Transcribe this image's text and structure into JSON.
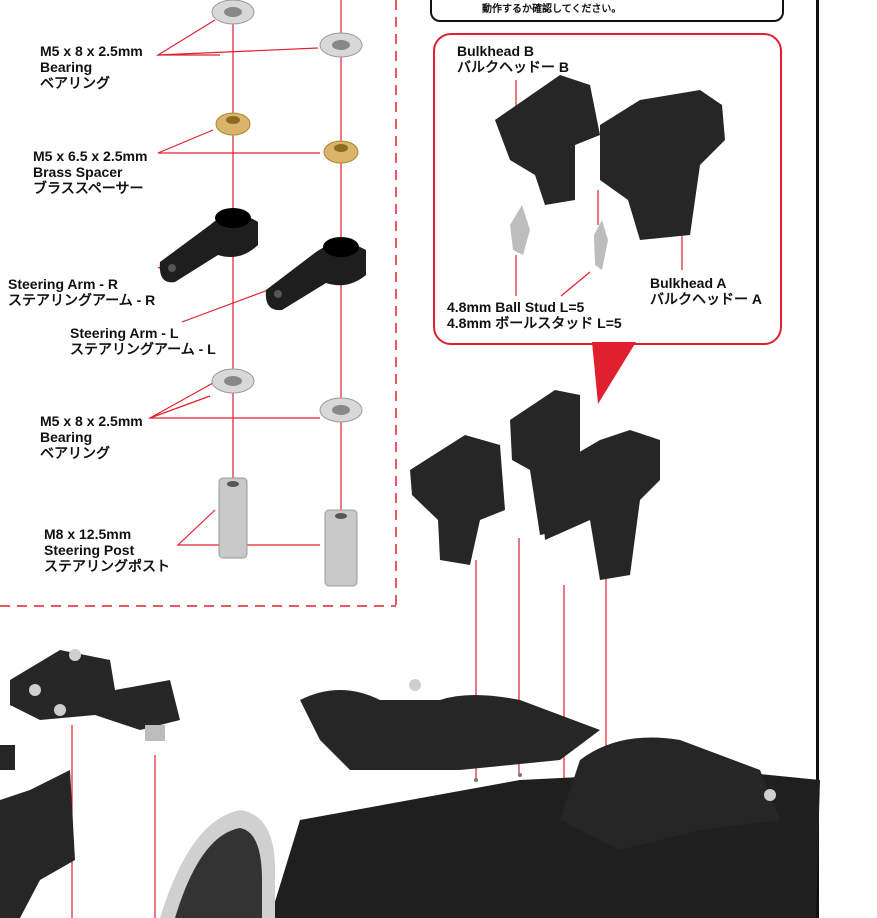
{
  "top_note": "動作するか確認してください。",
  "parts": {
    "bearing_top": {
      "line1": "M5 x 8 x 2.5mm",
      "line2": "Bearing",
      "line3": "ベアリング"
    },
    "brass_spacer": {
      "line1": "M5 x 6.5 x 2.5mm",
      "line2": "Brass Spacer",
      "line3": "ブラススペーサー"
    },
    "steering_arm_r": {
      "line1": "Steering Arm - R",
      "line2": "ステアリングアーム - R"
    },
    "steering_arm_l": {
      "line1": "Steering Arm - L",
      "line2": "ステアリングアーム - L"
    },
    "bearing_bottom": {
      "line1": "M5 x 8 x 2.5mm",
      "line2": "Bearing",
      "line3": "ベアリング"
    },
    "steering_post": {
      "line1": "M8 x 12.5mm",
      "line2": "Steering Post",
      "line3": "ステアリングポスト"
    }
  },
  "callout": {
    "bulkhead_b": {
      "line1": "Bulkhead B",
      "line2": "バルクヘッドー B"
    },
    "ball_stud": {
      "line1": "4.8mm Ball Stud L=5",
      "line2": "4.8mm ボールスタッド L=5"
    },
    "bulkhead_a": {
      "line1": "Bulkhead A",
      "line2": "バルクヘッドー A"
    }
  },
  "colors": {
    "accent_red": "#e0202e",
    "part_black": "#1e1e1e",
    "brass": "#d9b46a",
    "metal": "#cfcfcf"
  }
}
